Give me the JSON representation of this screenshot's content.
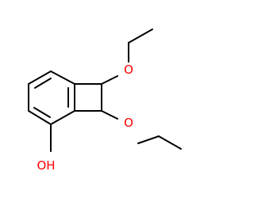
{
  "structure": {
    "atom_labels": {
      "upper_ether_oxygen": "O",
      "lower_ether_oxygen": "O",
      "hydroxyl": "OH"
    },
    "colors": {
      "bond": "#000000",
      "oxygen": "#ff0000"
    }
  }
}
